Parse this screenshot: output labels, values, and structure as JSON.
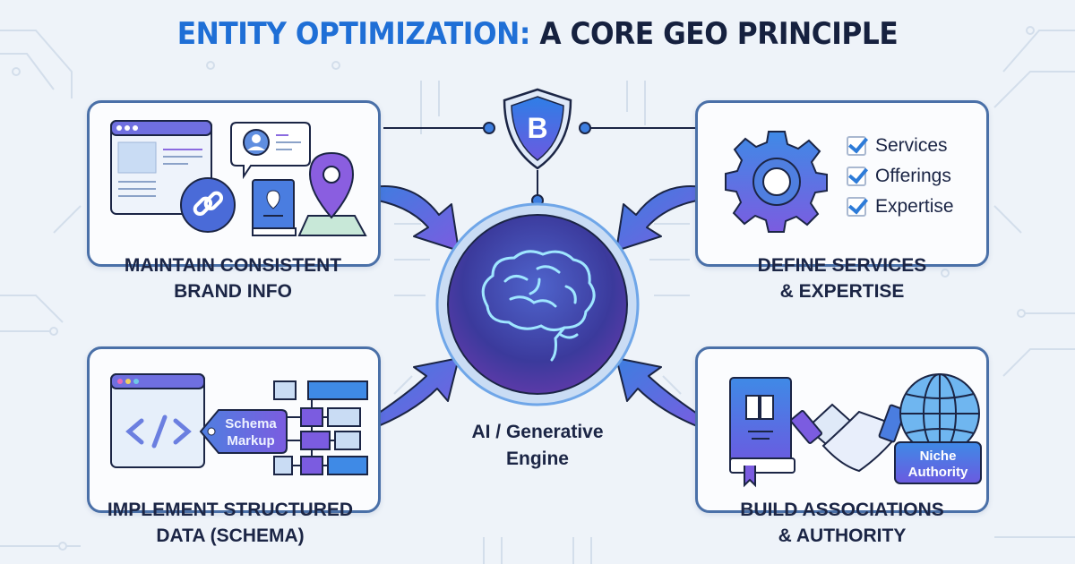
{
  "title": {
    "part1": "ENTITY OPTIMIZATION:",
    "part2": "A CORE GEO PRINCIPLE"
  },
  "center": {
    "shield_letter": "B",
    "label_line1": "AI / Generative",
    "label_line2": "Engine",
    "icon": "brain-icon"
  },
  "cards": [
    {
      "id": "brand-info",
      "label_line1": "MAINTAIN CONSISTENT",
      "label_line2": "BRAND INFO",
      "icons": [
        "browser-window-icon",
        "profile-chat-icon",
        "link-icon",
        "directory-book-icon",
        "map-pin-icon"
      ]
    },
    {
      "id": "services",
      "label_line1": "DEFINE SERVICES",
      "label_line2": "& EXPERTISE",
      "icons": [
        "gear-icon",
        "checkbox-icon"
      ],
      "checklist": [
        "Services",
        "Offerings",
        "Expertise"
      ]
    },
    {
      "id": "structured-data",
      "label_line1": "IMPLEMENT STRUCTURED",
      "label_line2": "DATA (SCHEMA)",
      "icons": [
        "code-window-icon",
        "tag-icon",
        "hierarchy-icon"
      ],
      "tag_line1": "Schema",
      "tag_line2": "Markup"
    },
    {
      "id": "authority",
      "label_line1": "BUILD ASSOCIATIONS",
      "label_line2": "& AUTHORITY",
      "icons": [
        "book-icon",
        "handshake-icon",
        "globe-icon"
      ],
      "badge_line1": "Niche",
      "badge_line2": "Authority"
    }
  ],
  "colors": {
    "accent_blue": "#1f6fd6",
    "navy": "#16213f",
    "purple": "#7b5ce0",
    "card_border": "#4a70a8",
    "background": "#eef3f9"
  }
}
